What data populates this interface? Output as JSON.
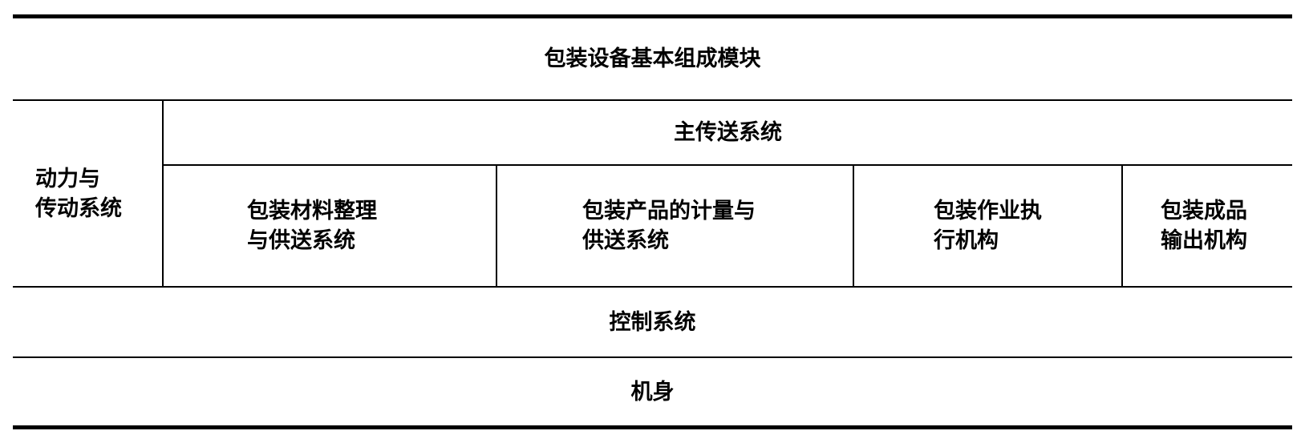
{
  "diagram": {
    "title": "包装设备基本组成模块",
    "power_transmission": [
      "动力与",
      "传动系统"
    ],
    "main_transfer": "主传送系统",
    "subsystems": [
      {
        "lines": [
          "包装材料整理",
          "与供送系统"
        ]
      },
      {
        "lines": [
          "包装产品的计量与",
          "供送系统"
        ]
      },
      {
        "lines": [
          "包装作业执",
          "行机构"
        ]
      },
      {
        "lines": [
          "包装成品",
          "输出机构"
        ]
      }
    ],
    "control": "控制系统",
    "frame": "机身"
  }
}
